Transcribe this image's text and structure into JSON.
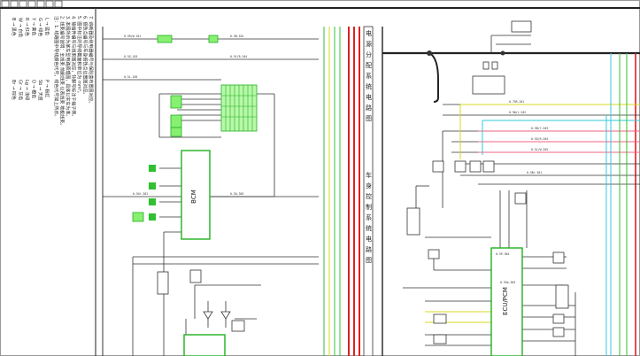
{
  "colors": {
    "background": "#ffffff",
    "wire": "#333333",
    "wire_red": "#e02020",
    "wire_green": "#30c030",
    "wire_yellow": "#d8d820",
    "wire_cyan": "#30c8d8",
    "wire_pink": "#f06080",
    "component_fill": "#88f070",
    "component_stroke": "#20b020",
    "frame": "#222222"
  },
  "legend_col1": [
    "B → 黑色",
    "W → 白色",
    "R → 红色",
    "Y → 黄色",
    "G → 绿色",
    "L → 蓝色",
    "Br → 棕色",
    "Gr → 灰色",
    "Lg → 浅绿",
    "O → 橙色",
    "Sb → 天蓝",
    "P → 粉红"
  ],
  "notes_col": [
    "注：1. 线路图中导线颜色代号，线色代号如上所示。",
    "2. 线束编号说明：主线束 前舱线束 仪表线束 地板线束。",
    "3. 本图所示为某车型电路原理图，具体以实车为准。",
    "4. 接插件编号与线束图对应，针脚号标注于端子旁。",
    "5. 图中标注的导线截面积单位为 mm²。",
    "6. 搭铁点编号与车身搭铁点位置图对应。",
    "7. 熔断器及继电器编号与保险盒布置图对应。"
  ],
  "panel_left": {
    "labels": [
      "电",
      "源",
      "分",
      "配",
      "系",
      "统",
      "电",
      "路",
      "图"
    ]
  },
  "panel_right": {
    "labels": [
      "车",
      "身",
      "控",
      "制",
      "系",
      "统",
      "电",
      "路",
      "图"
    ]
  },
  "modules": {
    "left_module": "BCM",
    "right_module": "ECU/PCM"
  },
  "wire_labels": [
    "0.5R/W-101",
    "0.5B-102",
    "0.5G-103",
    "0.5Y/B-104",
    "0.5L-105",
    "0.75R-201",
    "0.5W/L-202",
    "0.5B/Y-203",
    "0.5G/R-204",
    "0.5L/W-205",
    "0.5Br-301",
    "0.5Gr-302",
    "0.5O-303",
    "0.5P-304",
    "0.5Sb-305"
  ]
}
